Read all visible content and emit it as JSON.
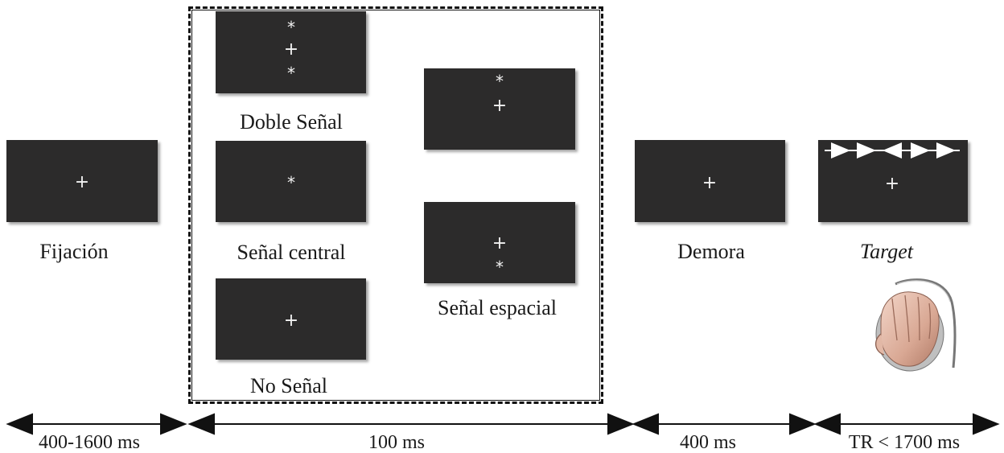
{
  "stages": {
    "fixation": {
      "label": "Fijación",
      "symbol": "+"
    },
    "cue_box": {
      "double_cue": {
        "label": "Doble Señal",
        "symbols": [
          "*",
          "+",
          "*"
        ]
      },
      "central_cue": {
        "label": "Señal central",
        "symbols": [
          "*"
        ]
      },
      "no_cue": {
        "label": "No Señal",
        "symbols": [
          "+"
        ]
      },
      "spatial_cue": {
        "label": "Señal espacial",
        "top": [
          "*",
          "+"
        ],
        "bottom": [
          "+",
          "*"
        ]
      }
    },
    "delay": {
      "label": "Demora",
      "symbol": "+"
    },
    "target": {
      "label": "Target",
      "symbol": "+"
    }
  },
  "timing": {
    "fixation": "400-1600 ms",
    "cue": "100 ms",
    "delay": "400 ms",
    "target": "TR < 1700 ms"
  },
  "icons": {
    "response": "hand-on-mouse-icon",
    "flankers": "arrow-flankers-icon"
  }
}
